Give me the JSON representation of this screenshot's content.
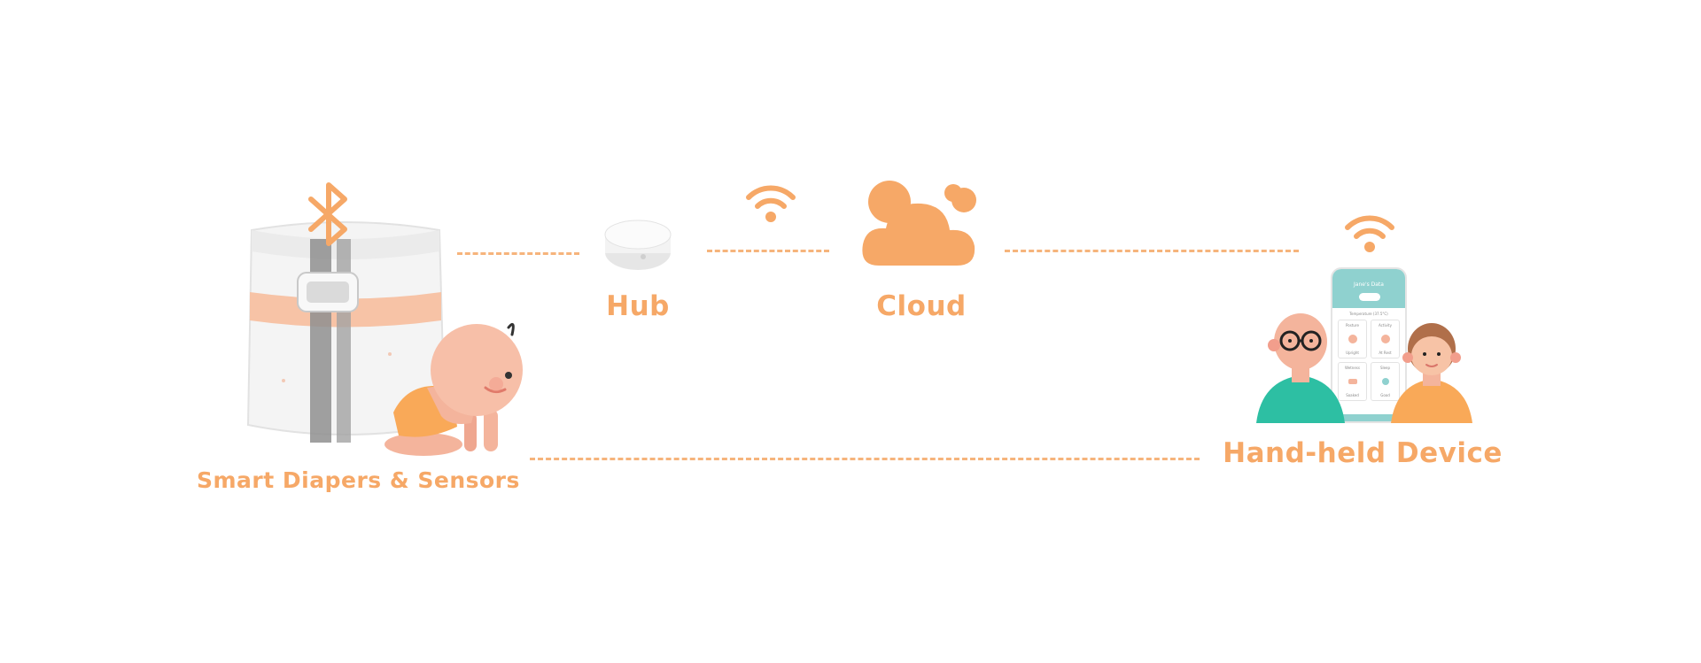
{
  "colors": {
    "accent": "#f6a867",
    "dash": "#f6b47c",
    "teal": "#8fd1cf",
    "skin": "#f4b49c"
  },
  "labels": {
    "diapers": "Smart Diapers & Sensors",
    "hub": "Hub",
    "cloud": "Cloud",
    "device": "Hand-held Device"
  },
  "phone": {
    "name": "Jane's Data",
    "section": "Temperature (37.5°C)",
    "cards": [
      {
        "top": "Posture",
        "bottom": "Upright"
      },
      {
        "top": "Activity",
        "bottom": "At Rest"
      },
      {
        "top": "Wetness",
        "bottom": "Soaked"
      },
      {
        "top": "Sleep",
        "bottom": "Good"
      }
    ]
  },
  "icons": {
    "bluetooth": "bluetooth-icon",
    "wifi": "wifi-icon",
    "cloud": "cloud-icon",
    "hub": "hub-device-icon"
  }
}
